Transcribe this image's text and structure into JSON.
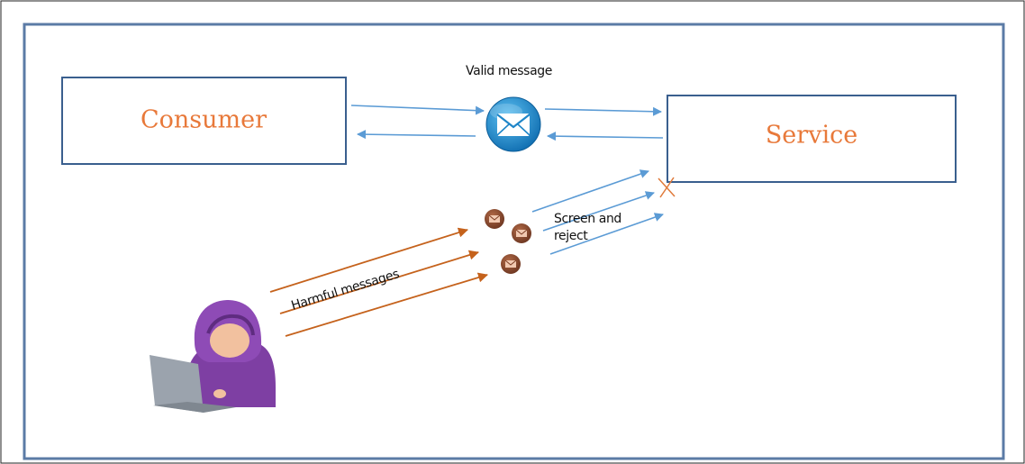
{
  "labels": {
    "consumer": "Consumer",
    "service": "Service",
    "valid_message": "Valid message",
    "screen_and_reject_line1": "Screen and",
    "screen_and_reject_line2": "reject",
    "harmful_messages": "Harmful messages"
  },
  "colors": {
    "outer_border": "#5b7ba6",
    "box_border": "#3a5f8e",
    "valid_arrow": "#5b9bd5",
    "harmful_arrow": "#c5621c",
    "box_label": "#e8793a",
    "envelope_badge": "#1f86c8",
    "small_badge": "#8a4a2e",
    "hacker_hood": "#7e3fa3",
    "laptop": "#9ba3ad",
    "reject_mark": "#e07a3a"
  },
  "icons": {
    "valid": "envelope-badge-icon",
    "harmful": "small-envelope-icon",
    "attacker": "hacker-icon",
    "rejection": "reject-x-icon"
  }
}
